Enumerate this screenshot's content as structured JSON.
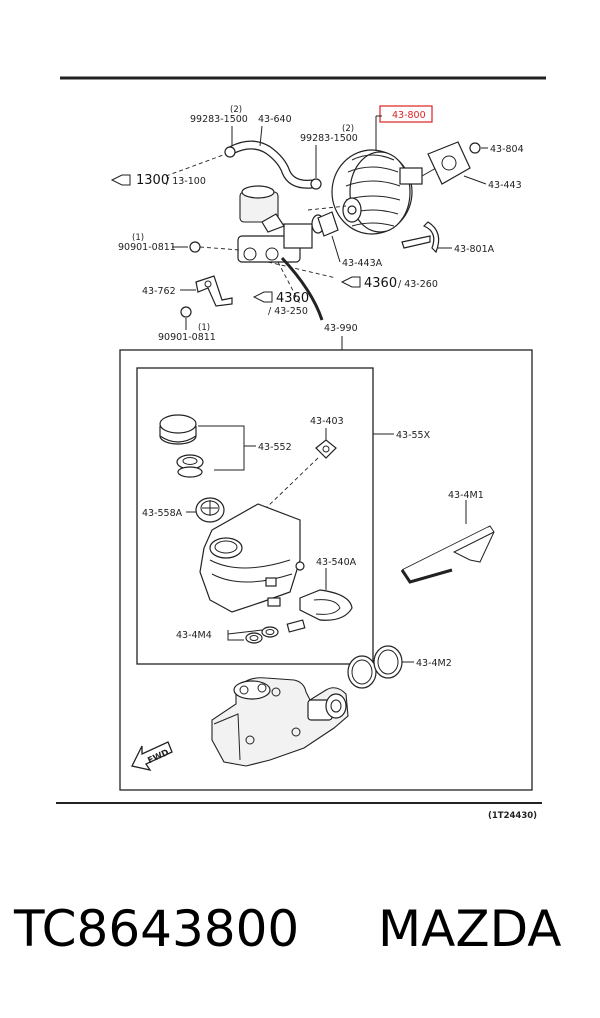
{
  "diagram": {
    "labels": {
      "hose_clip_top": "99283-1500",
      "hose_clip_top_qty": "(2)",
      "hose": "43-640",
      "hose_clip_right": "99283-1500",
      "hose_clip_right_qty": "(2)",
      "booster": "43-800",
      "nut_right": "43-804",
      "gasket_right": "43-443",
      "bracket_right": "43-801A",
      "gasket_lower": "43-443A",
      "nut_left": "90901-0811",
      "nut_left_qty": "(1)",
      "bracket_left": "43-762",
      "nut_bottom": "90901-0811",
      "nut_bottom_qty": "(1)",
      "master_cyl": "43-990",
      "cap": "43-552",
      "grommet": "43-403",
      "reservoir_kit": "43-55X",
      "strainer": "43-558A",
      "clip": "43-540A",
      "seals": "43-4M4",
      "pin": "43-4M1",
      "orings": "43-4M2",
      "fwd": "FWD"
    },
    "refs": {
      "ref1_main": "1300",
      "ref1_sub": "/ 13-100",
      "ref2_main": "4360",
      "ref2_sub": "/ 43-250",
      "ref3_main": "4360",
      "ref3_sub": "/ 43-260"
    },
    "figure_code": "(1T24430)"
  },
  "footer": {
    "part_number": "TC8643800",
    "brand": "MAZDA"
  }
}
